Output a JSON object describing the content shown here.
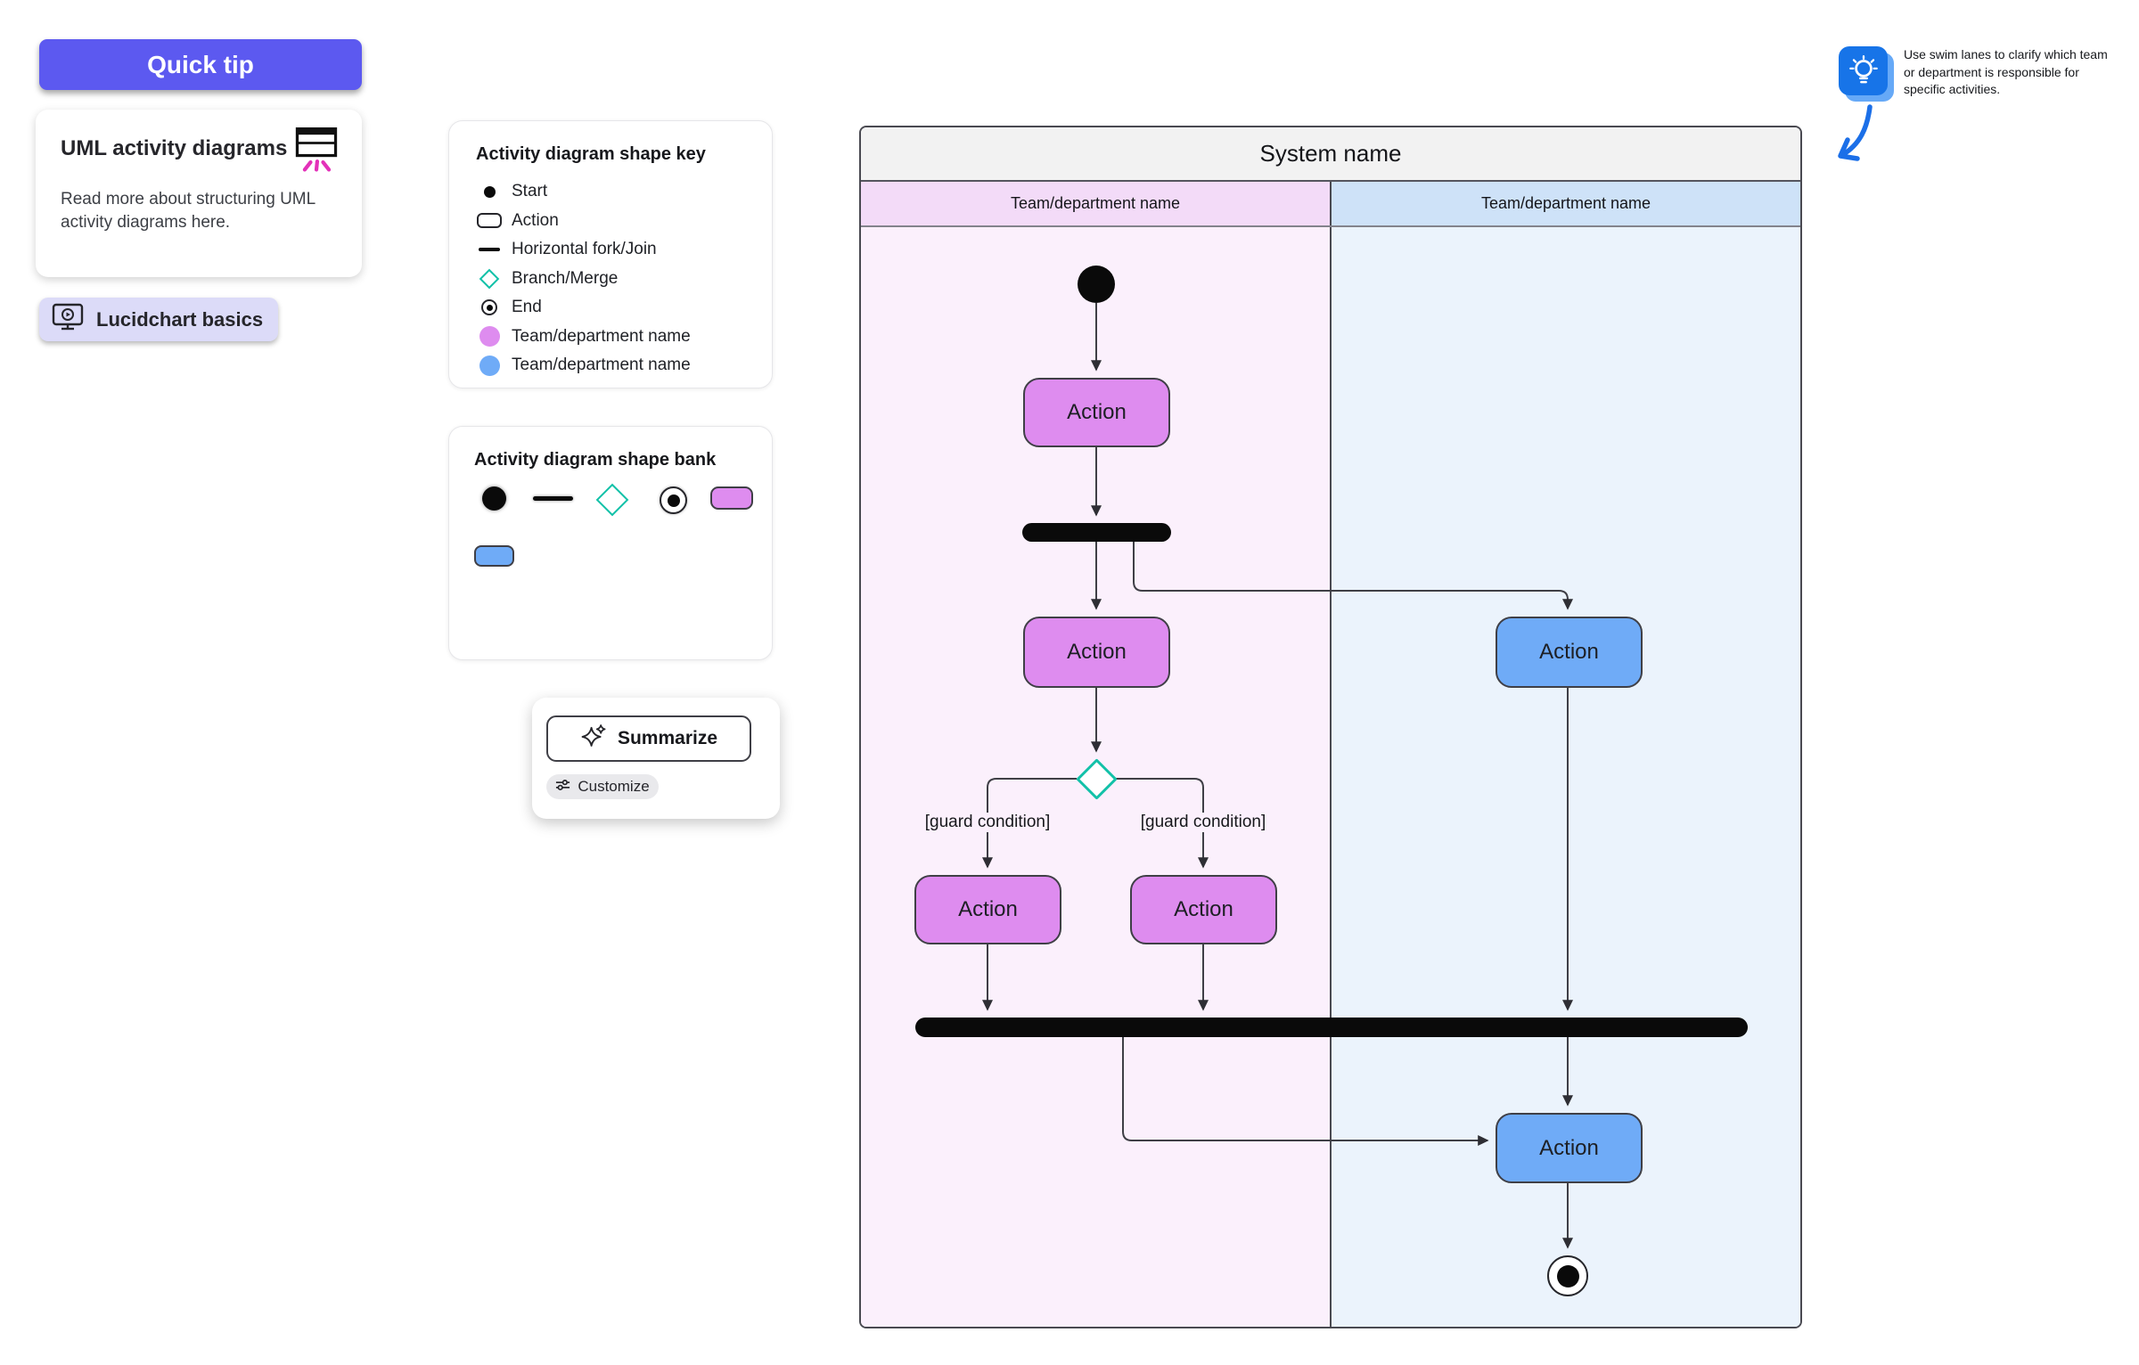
{
  "left_panel": {
    "quick_tip_button": "Quick tip",
    "info_card": {
      "title": "UML activity diagrams",
      "body": "Read more about structuring UML activity diagrams here."
    },
    "basics_button": "Lucidchart basics"
  },
  "shape_key": {
    "title": "Activity diagram shape key",
    "items": [
      {
        "icon": "start-dot-icon",
        "label": "Start"
      },
      {
        "icon": "action-shape-icon",
        "label": "Action"
      },
      {
        "icon": "fork-join-icon",
        "label": "Horizontal fork/Join"
      },
      {
        "icon": "branch-merge-icon",
        "label": "Branch/Merge"
      },
      {
        "icon": "end-node-icon",
        "label": "End"
      },
      {
        "icon": "team-purple-icon",
        "label": "Team/department name"
      },
      {
        "icon": "team-blue-icon",
        "label": "Team/department name"
      }
    ]
  },
  "shape_bank": {
    "title": "Activity diagram shape bank",
    "shapes": [
      "start",
      "fork-join",
      "branch-merge",
      "end",
      "action-purple",
      "action-blue"
    ]
  },
  "ai_menu": {
    "summarize": "Summarize",
    "customize": "Customize"
  },
  "callout": {
    "text": "Use swim lanes to clarify which team or department is responsible for specific activities."
  },
  "diagram": {
    "system_name": "System name",
    "lanes": [
      {
        "name": "Team/department name"
      },
      {
        "name": "Team/department name"
      }
    ],
    "action_label": "Action",
    "guard_condition": "[guard condition]"
  },
  "colors": {
    "accent": "#5C59F0",
    "lavender": "#DCDBF8",
    "node-purple": "#DE8CEF",
    "node-blue": "#6FABF7",
    "teal": "#12C1A8",
    "lane-pink-header": "#F3DBF8",
    "lane-pink-body": "#FBF0FC",
    "lane-blue-header": "#CEE2F8",
    "lane-blue-body": "#EBF3FC",
    "tip-blue": "#1774E8",
    "tip-blue-light": "#66A9F7",
    "arrow-blue": "#1B6FE8",
    "magenta": "#E331B9",
    "chip-gray": "#E9E9EC"
  }
}
